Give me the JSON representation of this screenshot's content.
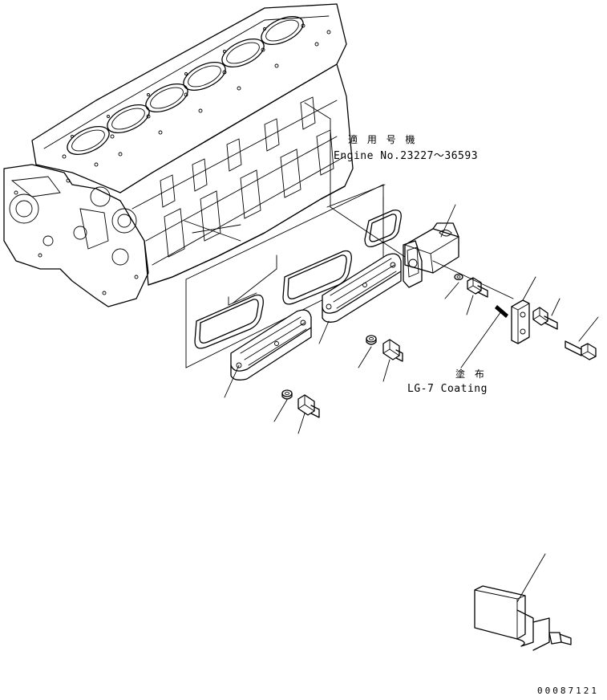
{
  "labels": {
    "applicability_jp": "適 用 号 機",
    "engine_range": "Engine No.23227～36593",
    "coating_jp": "塗 布",
    "coating_en": "LG-7 Coating",
    "drawing_code": "00087121"
  },
  "colors": {
    "ink": "#000000",
    "paper": "#ffffff"
  }
}
